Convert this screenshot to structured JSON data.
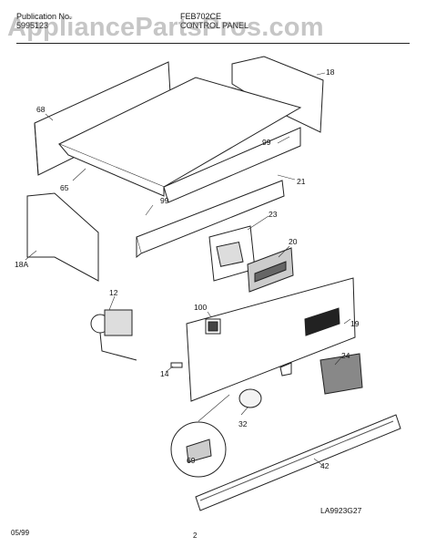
{
  "watermark": "AppliancePartsPros.com",
  "header": {
    "publication_label": "Publication No.",
    "publication_number": "5995123",
    "model": "FEB702CE",
    "section": "CONTROL PANEL"
  },
  "callouts": [
    {
      "id": "c18",
      "label": "18"
    },
    {
      "id": "c68",
      "label": "68"
    },
    {
      "id": "c99a",
      "label": "99"
    },
    {
      "id": "c65",
      "label": "65"
    },
    {
      "id": "c21",
      "label": "21"
    },
    {
      "id": "c99b",
      "label": "99"
    },
    {
      "id": "c23",
      "label": "23"
    },
    {
      "id": "c20",
      "label": "20"
    },
    {
      "id": "c18A",
      "label": "18A"
    },
    {
      "id": "c12",
      "label": "12"
    },
    {
      "id": "c100",
      "label": "100"
    },
    {
      "id": "c19",
      "label": "19"
    },
    {
      "id": "c24",
      "label": "24"
    },
    {
      "id": "c14",
      "label": "14"
    },
    {
      "id": "c32",
      "label": "32"
    },
    {
      "id": "c69",
      "label": "69"
    },
    {
      "id": "c42",
      "label": "42"
    }
  ],
  "diagram_code": "LA9923G27",
  "footer": {
    "date": "05/99",
    "page": "2"
  }
}
